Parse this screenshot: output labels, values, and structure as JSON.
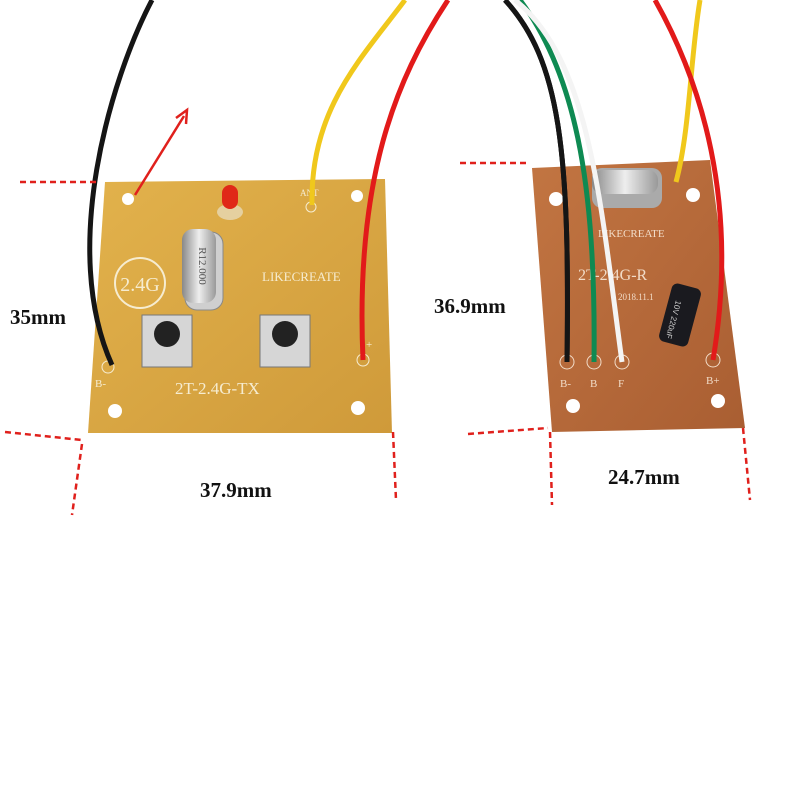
{
  "measurements": {
    "tx_height": "35mm",
    "tx_width": "37.9mm",
    "rx_height": "36.9mm",
    "rx_width": "24.7mm"
  },
  "tx_board": {
    "badge": "2.4G",
    "brand": "LIKECREATE",
    "model": "2T-2.4G-TX",
    "crystal": "R12.000",
    "ant_label": "ANT",
    "pin_neg": "B-",
    "pin_pos": "+"
  },
  "rx_board": {
    "brand": "LIKECREATE",
    "model": "2T-2.4G-R",
    "date": "2018.11.1",
    "pins": [
      "B-",
      "B",
      "F",
      "B+"
    ],
    "capacitor": "10V 220uF"
  },
  "colors": {
    "tx_pcb": "#d9a845",
    "rx_pcb": "#b86a3a",
    "dimension_lines": "#e0201c"
  }
}
